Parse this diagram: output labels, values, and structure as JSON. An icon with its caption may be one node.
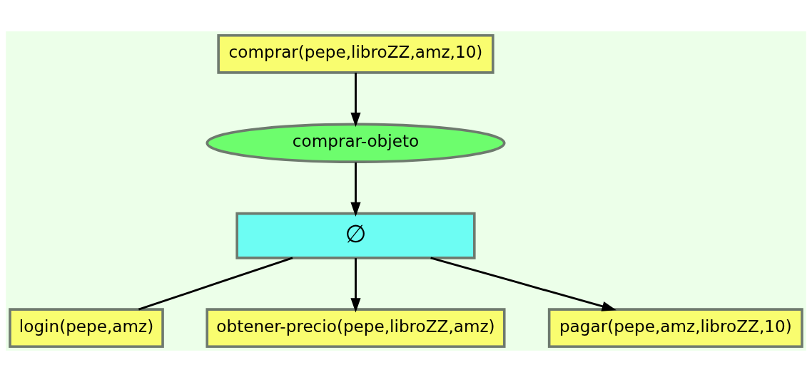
{
  "diagram": {
    "nodes": [
      {
        "text": [
          "comprar(pepe,libroZZ,amz,10)"
        ]
      },
      {
        "text": [
          "comprar-objeto"
        ]
      },
      {
        "text": [
          "∅"
        ]
      },
      {
        "text": [
          "login(pepe,amz)"
        ]
      },
      {
        "text": [
          "obtener-precio(pepe,libroZZ,amz)"
        ]
      },
      {
        "text": [
          "pagar(pepe,amz,libroZZ,10)"
        ]
      }
    ],
    "edges": [
      {
        "from": 0,
        "to": 1,
        "arrow": "to"
      },
      {
        "from": 1,
        "to": 2,
        "arrow": "to"
      },
      {
        "from": 2,
        "to": 3,
        "arrow": "none"
      },
      {
        "from": 2,
        "to": 4,
        "arrow": "to"
      },
      {
        "from": 2,
        "to": 5,
        "arrow": "to"
      }
    ]
  }
}
